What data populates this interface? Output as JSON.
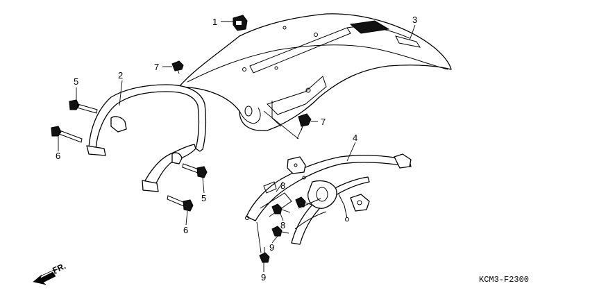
{
  "diagram": {
    "code": "KCM3-F2300",
    "direction_label": "FR.",
    "callouts": {
      "c1": "1",
      "c2": "2",
      "c3": "3",
      "c4": "4",
      "c5a": "5",
      "c5b": "5",
      "c6a": "6",
      "c6b": "6",
      "c7a": "7",
      "c7b": "7",
      "c8a": "8",
      "c8b": "8",
      "c9a": "9",
      "c9b": "9"
    },
    "icons": {
      "front_arrow": "front-direction-arrow-icon"
    }
  }
}
